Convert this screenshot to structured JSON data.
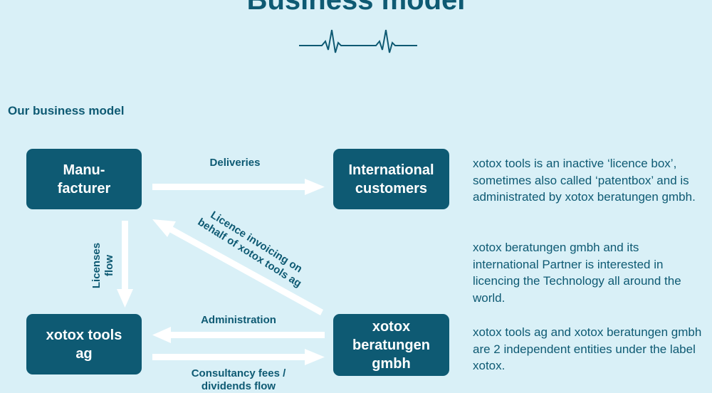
{
  "page": {
    "title": "Business model",
    "subtitle": "Our business model"
  },
  "diagram": {
    "nodes": {
      "manufacturer": "Manu-\nfacturer",
      "international_customers": "International\ncustomers",
      "xotox_tools_ag": "xotox tools\nag",
      "xotox_beratungen": "xotox\nberatungen\ngmbh"
    },
    "edges": {
      "deliveries": "Deliveries",
      "licenses_flow": "Licenses\nflow",
      "licence_invoicing": "Licence invoicing on\nbehalf of xotox tools ag",
      "administration": "Administration",
      "consultancy": "Consultancy fees /\ndividends flow"
    }
  },
  "descriptions": [
    "xotox tools is an inactive ‘licence box’, sometimes also called ‘patentbox’ and is administrated by xotox beratungen gmbh.",
    "xotox beratungen gmbh and its international Partner is interested in licencing the Technology all around the world.",
    "xotox tools ag and xotox beratungen gmbh are 2 independent entities under the label xotox."
  ],
  "colors": {
    "background": "#d9f0f7",
    "node_fill": "#0e5a73",
    "text": "#0e5a73",
    "arrow": "#ffffff"
  },
  "icons": {
    "header_decoration": "heartbeat-pulse-icon"
  }
}
